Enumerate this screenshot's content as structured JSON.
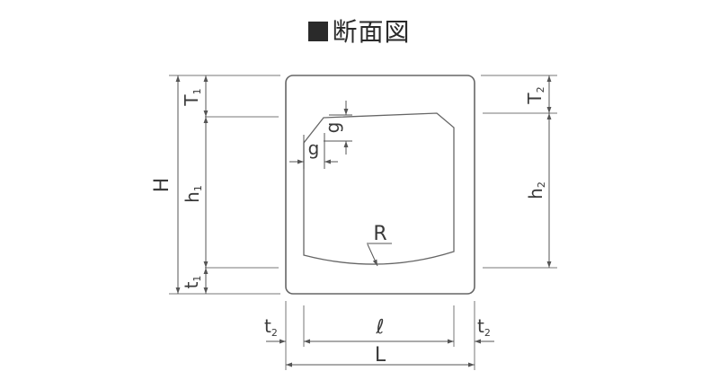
{
  "title": "断面図",
  "labels": {
    "H": "H",
    "T1": "T",
    "T1_sub": "1",
    "h1": "h",
    "h1_sub": "1",
    "t1": "t",
    "t1_sub": "1",
    "T2": "T",
    "T2_sub": "2",
    "h2": "h",
    "h2_sub": "2",
    "g_vertical": "g",
    "g_horizontal": "g",
    "R": "R",
    "t2_left": "t",
    "t2_left_sub": "2",
    "l_inner": "ℓ",
    "t2_right": "t",
    "t2_right_sub": "2",
    "L": "L"
  },
  "colors": {
    "line": "#555555",
    "outline": "#666666",
    "title_square": "#2a2a2a"
  }
}
